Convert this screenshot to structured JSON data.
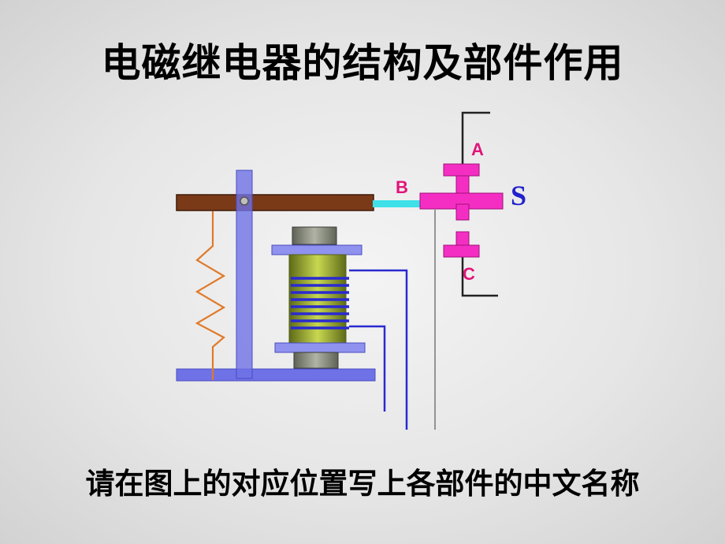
{
  "title": "电磁继电器的结构及部件作用",
  "caption": "请在图上的对应位置写上各部件的中文名称",
  "labels": {
    "a": "A",
    "b": "B",
    "c": "C",
    "s": "S"
  },
  "colors": {
    "armature": "#7a3a18",
    "frame": "#6f72e6",
    "coil_wire": "#2a2ad0",
    "spring": "#e07a2a",
    "contact": "#f52ec3",
    "link": "#3fe0e8",
    "label": "#e0147a",
    "s_label": "#2222cc"
  }
}
